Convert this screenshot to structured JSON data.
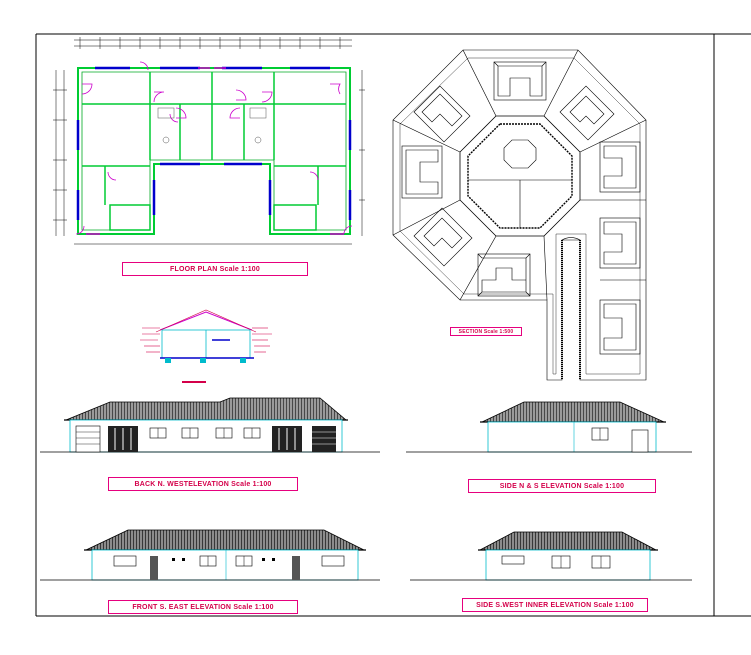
{
  "labels": {
    "floor_plan": "FLOOR PLAN  Scale 1:100",
    "section": "SECTION  Scale 1:500",
    "back_elevation": "BACK N. WESTELEVATION  Scale 1:100",
    "side_elevation": "SIDE N & S  ELEVATION  Scale 1:100",
    "front_elevation": "FRONT S. EAST ELEVATION  Scale 1:100",
    "side_inner_elevation": "SIDE S.WEST INNER ELEVATION  Scale 1:100"
  },
  "colors": {
    "label_border": "#e6007e",
    "label_text": "#d4004a",
    "wall": "#00cc33",
    "window": "#0000cc",
    "door": "#cc00cc",
    "glazing": "#00bbcc"
  }
}
